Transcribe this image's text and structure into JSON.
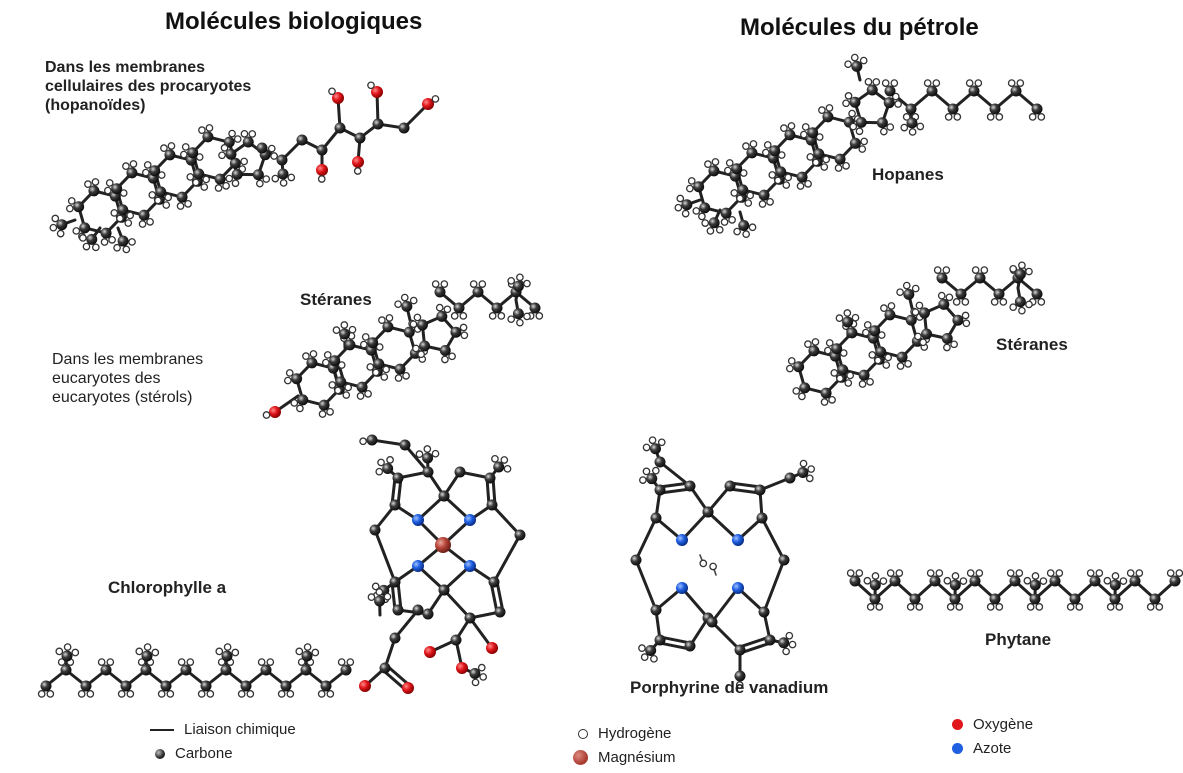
{
  "titles": {
    "biological": "Molécules biologiques",
    "petroleum": "Molécules du pétrole"
  },
  "labels": {
    "hopanoides": "Dans les membranes\ncellulaires des procaryotes\n(hopanoïdes)",
    "hopanes": "Hopanes",
    "steranes_bio": "Stéranes",
    "sterols": "Dans les membranes\neucaryotes des\neucaryotes (stérols)",
    "steranes_pet": "Stéranes",
    "chlorophylle": "Chlorophylle a",
    "porphyrine": "Porphyrine de vanadium",
    "phytane": "Phytane"
  },
  "legend": {
    "bond": "Liaison chimique",
    "carbon": "Carbone",
    "hydrogen": "Hydrogène",
    "magnesium": "Magnésium",
    "oxygen": "Oxygène",
    "nitrogen": "Azote"
  },
  "colors": {
    "carbon": "#2a2a2a",
    "hydrogen": "#ffffff",
    "oxygen": "#e0161b",
    "nitrogen": "#1f5fe0",
    "magnesium": "#b8453a"
  }
}
